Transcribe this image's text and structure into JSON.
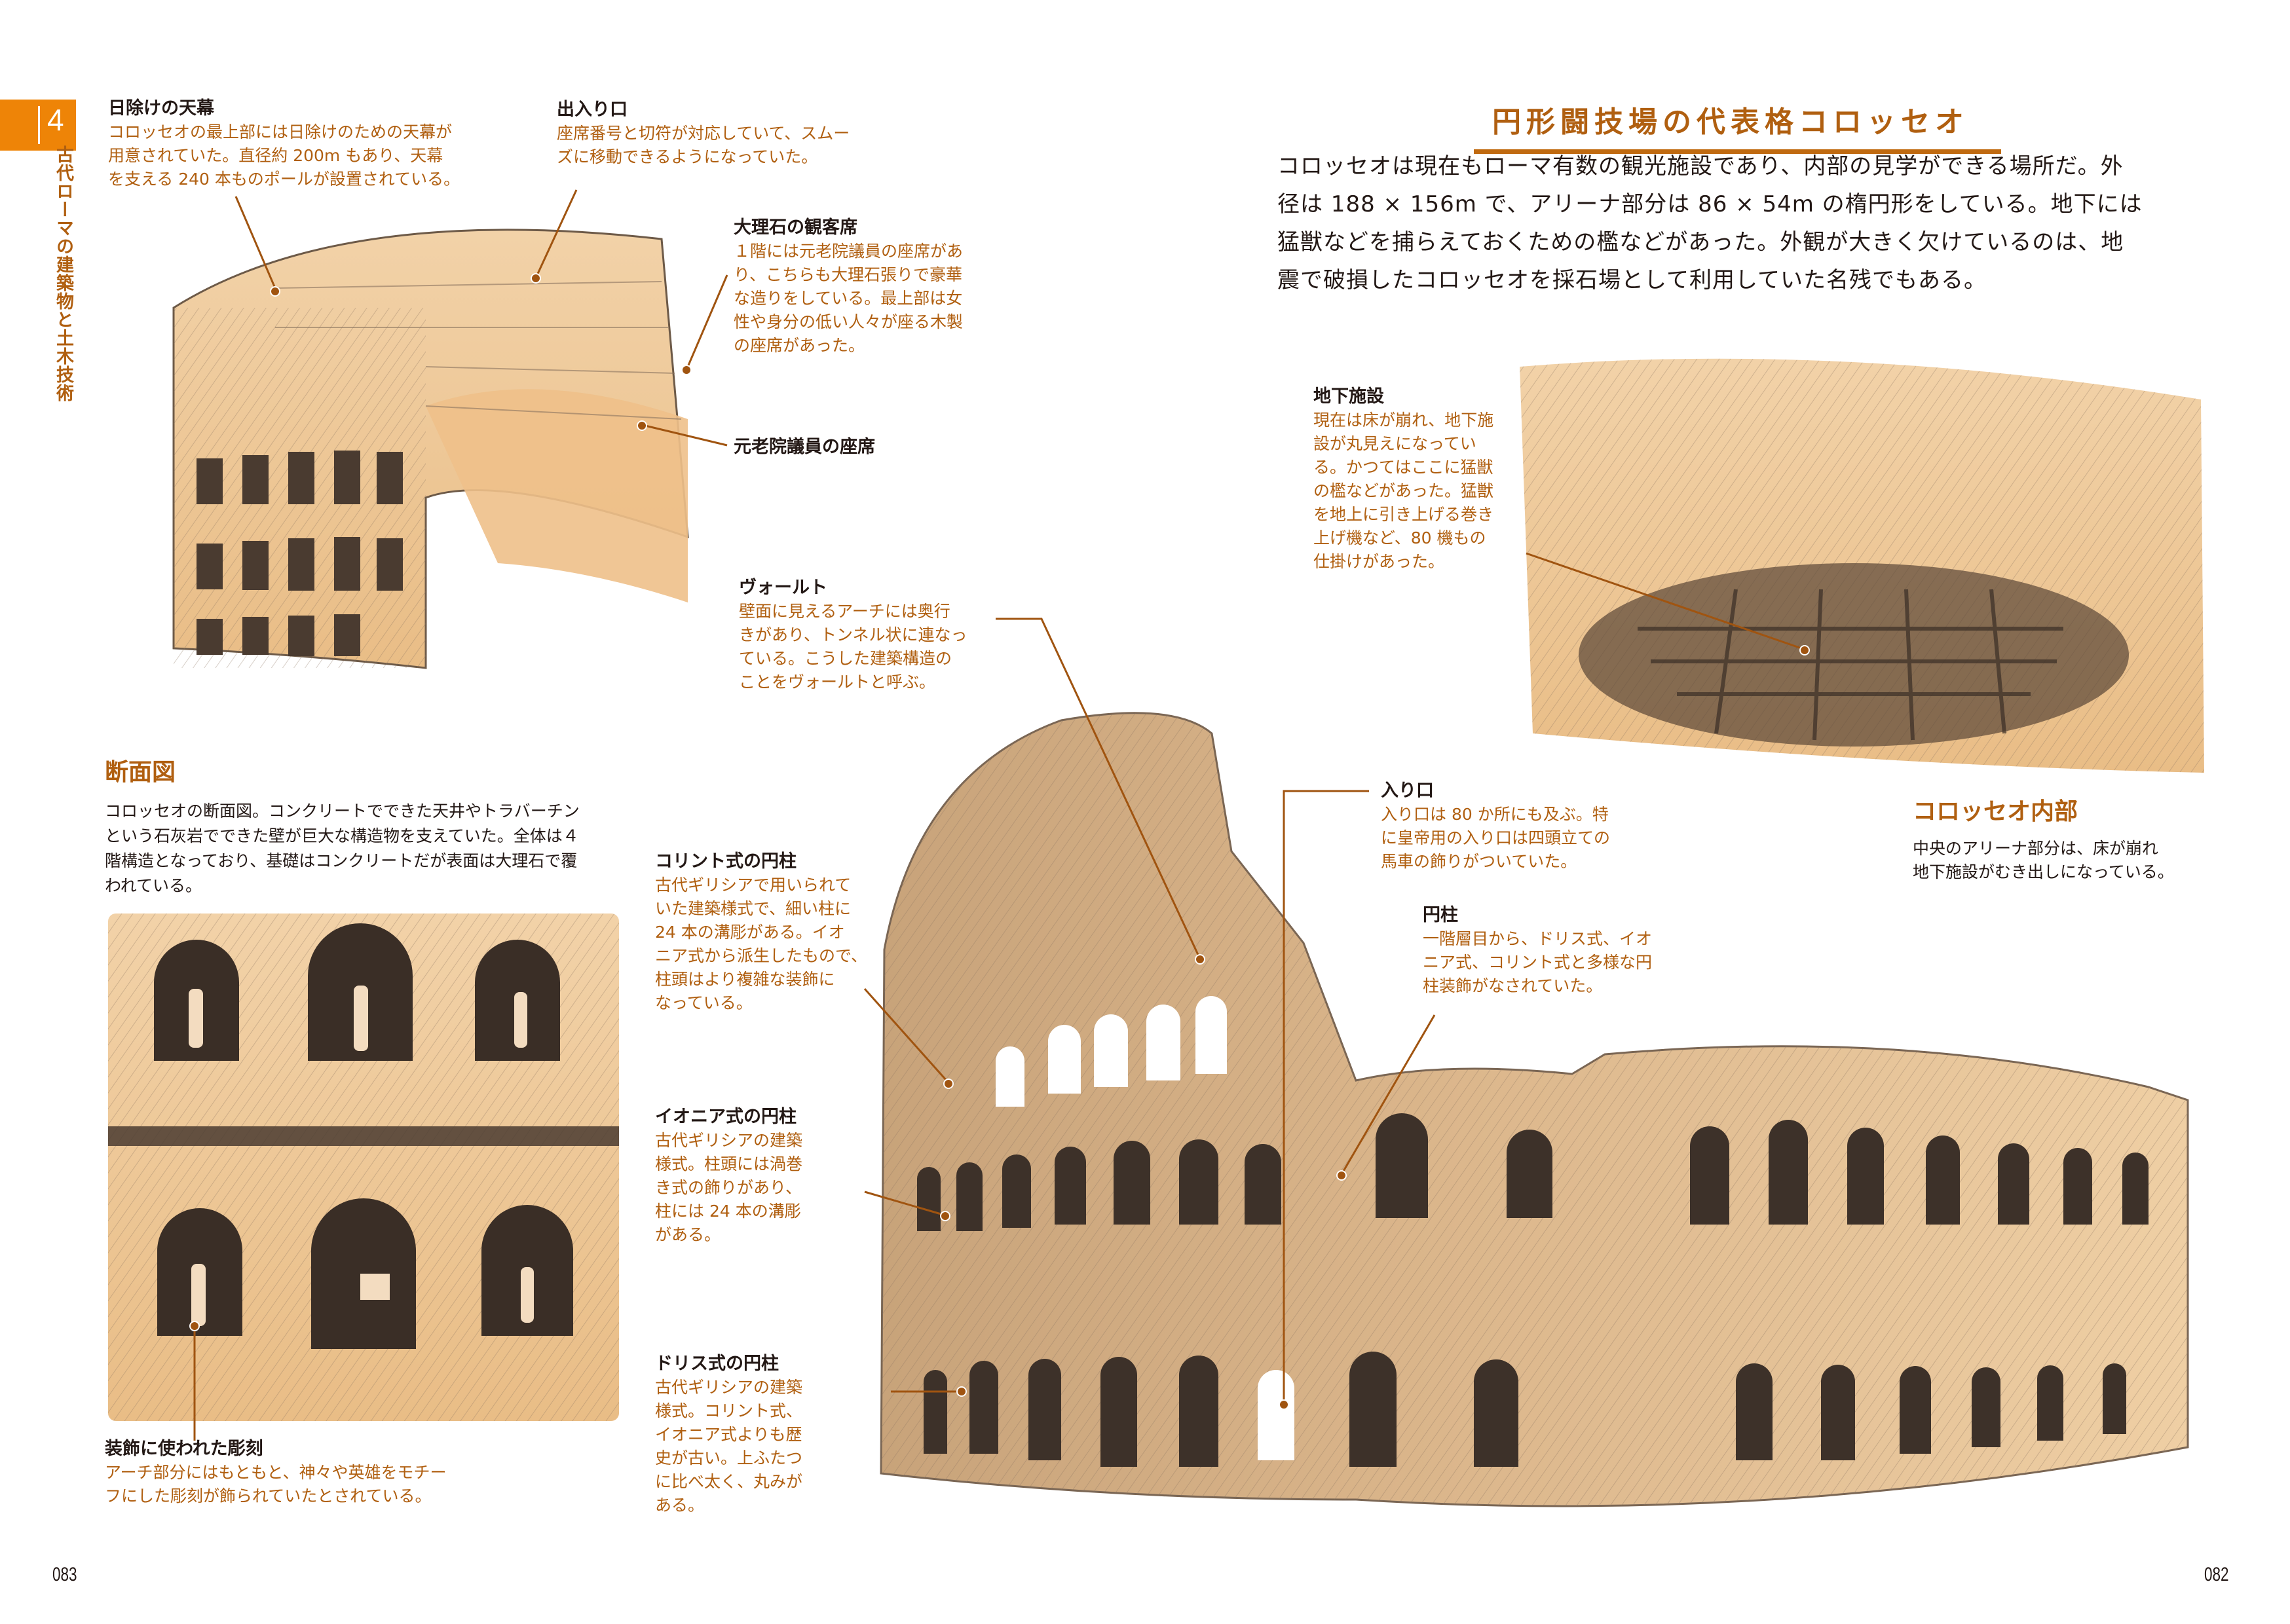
{
  "chapter": {
    "number": "4",
    "title": "古代ローマの建築物と土木技術",
    "tab_color": "#ee8407"
  },
  "colors": {
    "accent_text": "#b05f10",
    "body_text": "#231815",
    "rule": "#c06a10",
    "sepia_wash": "#f0c99a"
  },
  "left_page": {
    "page_number": "083",
    "callouts": [
      {
        "id": "awning",
        "label": "日除けの天幕",
        "text": [
          "コロッセオの最上部には日除けのための天幕が",
          "用意されていた。直径約 200m もあり、天幕",
          "を支える 240 本ものポールが設置されている。"
        ]
      },
      {
        "id": "entrance_exit",
        "label": "出入り口",
        "text": [
          "座席番号と切符が対応していて、スムー",
          "ズに移動できるようになっていた。"
        ]
      },
      {
        "id": "marble_seats",
        "label": "大理石の観客席",
        "text": [
          "１階には元老院議員の座席があ",
          "り、こちらも大理石張りで豪華",
          "な造りをしている。最上部は女",
          "性や身分の低い人々が座る木製",
          "の座席があった。"
        ]
      },
      {
        "id": "senator_seats",
        "label": "元老院議員の座席",
        "text": []
      },
      {
        "id": "vault",
        "label": "ヴォールト",
        "text": [
          "壁面に見えるアーチには奥行",
          "きがあり、トンネル状に連なっ",
          "ている。こうした建築構造の",
          "ことをヴォールトと呼ぶ。"
        ]
      },
      {
        "id": "corinthian",
        "label": "コリント式の円柱",
        "text": [
          "古代ギリシアで用いられて",
          "いた建築様式で、細い柱に",
          "24 本の溝彫がある。イオ",
          "ニア式から派生したもので、",
          "柱頭はより複雑な装飾に",
          "なっている。"
        ]
      },
      {
        "id": "ionic",
        "label": "イオニア式の円柱",
        "text": [
          "古代ギリシアの建築",
          "様式。柱頭には渦巻",
          "き式の飾りがあり、",
          "柱には 24 本の溝彫",
          "がある。"
        ]
      },
      {
        "id": "doric",
        "label": "ドリス式の円柱",
        "text": [
          "古代ギリシアの建築",
          "様式。コリント式、",
          "イオニア式よりも歴",
          "史が古い。上ふたつ",
          "に比べ太く、丸みが",
          "ある。"
        ]
      },
      {
        "id": "sculpture",
        "label": "装飾に使われた彫刻",
        "text": [
          "アーチ部分にはもともと、神々や英雄をモチー",
          "フにした彫刻が飾られていたとされている。"
        ]
      }
    ],
    "section": {
      "title": "断面図",
      "text": [
        "コロッセオの断面図。コンクリートでできた天井やトラバーチン",
        "という石灰岩でできた壁が巨大な構造物を支えていた。全体は４",
        "階構造となっており、基礎はコンクリートだが表面は大理石で覆",
        "われている。"
      ]
    }
  },
  "right_page": {
    "page_number": "082",
    "title": "円形闘技場の代表格コロッセオ",
    "lead": [
      "コロッセオは現在もローマ有数の観光施設であり、内部の見学ができる場所だ。外",
      "径は 188 × 156m で、アリーナ部分は 86 × 54m の楕円形をしている。地下には",
      "猛獣などを捕らえておくための檻などがあった。外観が大きく欠けているのは、地",
      "震で破損したコロッセオを採石場として利用していた名残でもある。"
    ],
    "callouts": [
      {
        "id": "underground",
        "label": "地下施設",
        "text": [
          "現在は床が崩れ、地下施",
          "設が丸見えになってい",
          "る。かつてはここに猛獣",
          "の檻などがあった。猛獣",
          "を地上に引き上げる巻き",
          "上げ機など、80 機もの",
          "仕掛けがあった。"
        ]
      },
      {
        "id": "entrance",
        "label": "入り口",
        "text": [
          "入り口は 80 か所にも及ぶ。特",
          "に皇帝用の入り口は四頭立ての",
          "馬車の飾りがついていた。"
        ]
      },
      {
        "id": "columns",
        "label": "円柱",
        "text": [
          "一階層目から、ドリス式、イオ",
          "ニア式、コリント式と多様な円",
          "柱装飾がなされていた。"
        ]
      }
    ],
    "interior": {
      "title": "コロッセオ内部",
      "text": [
        "中央のアリーナ部分は、床が崩れ",
        "地下施設がむき出しになっている。"
      ]
    }
  },
  "illustrations": [
    {
      "id": "cutaway",
      "icon": "colosseum-cutaway-illustration"
    },
    {
      "id": "cross_section",
      "icon": "arches-with-statues-illustration"
    },
    {
      "id": "interior",
      "icon": "colosseum-interior-illustration"
    },
    {
      "id": "exterior",
      "icon": "colosseum-exterior-illustration"
    }
  ]
}
